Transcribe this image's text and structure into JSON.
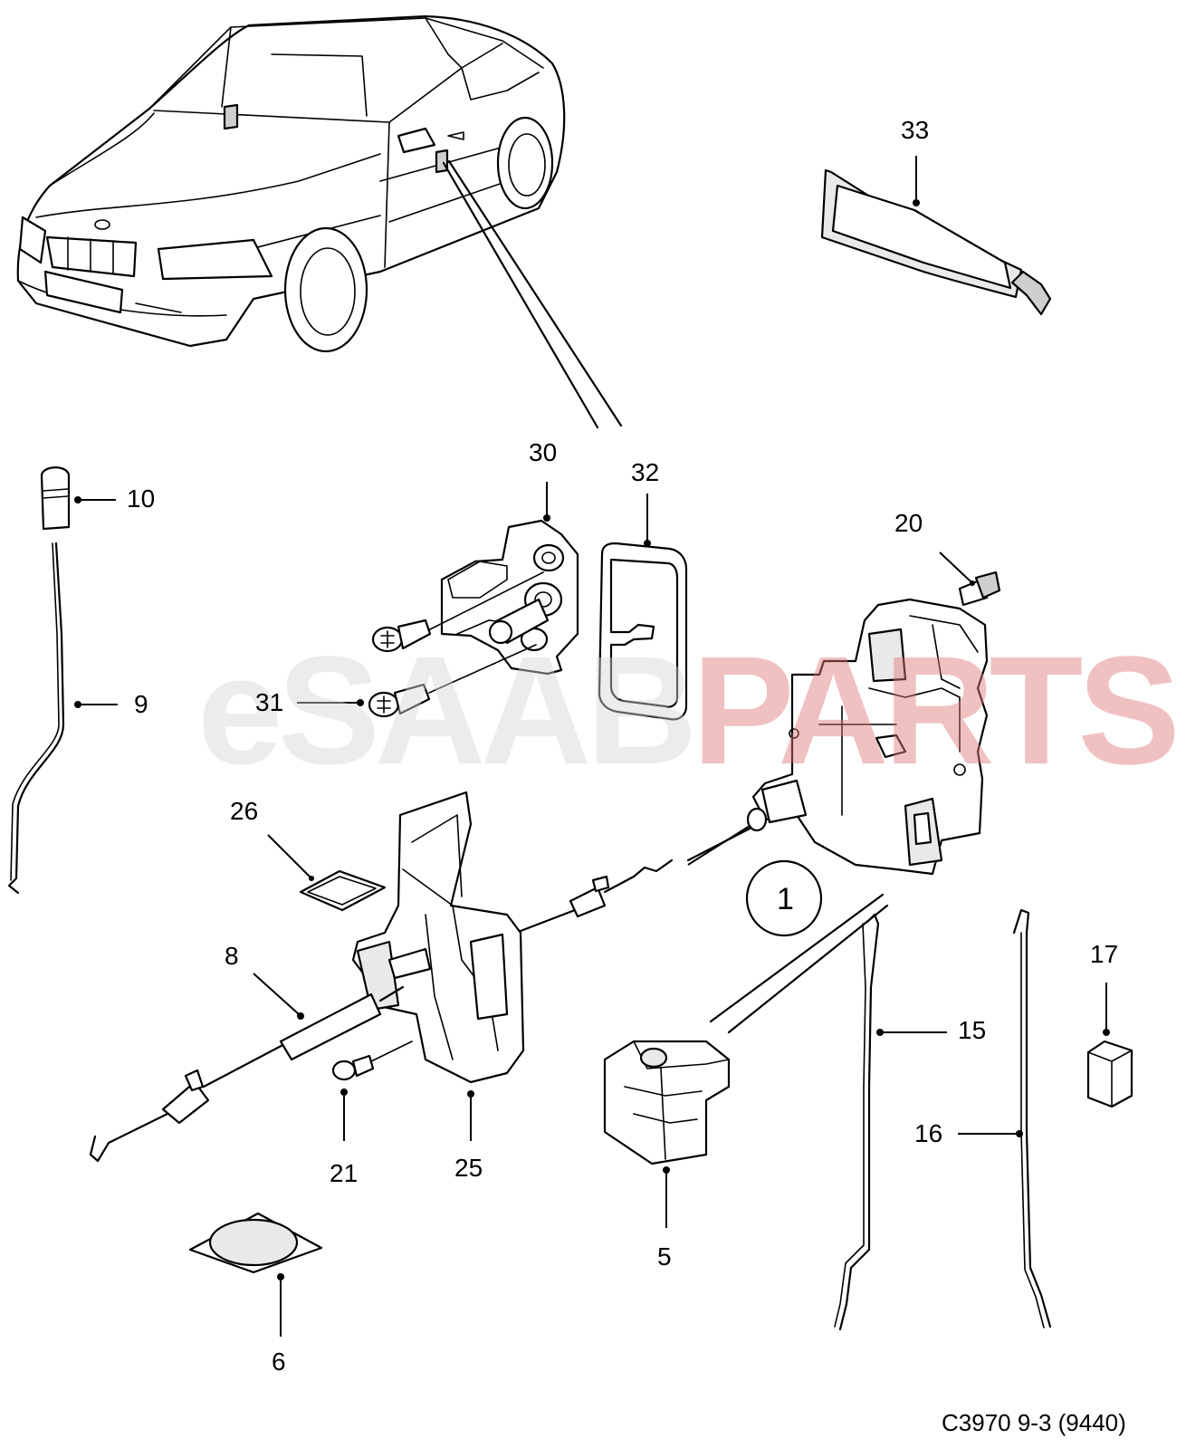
{
  "watermark": {
    "part1": "e",
    "part2": "SAAB",
    "part3": "PARTS"
  },
  "callouts": {
    "c33": "33",
    "c30": "30",
    "c32": "32",
    "c10": "10",
    "c20": "20",
    "c9": "9",
    "c31": "31",
    "c26": "26",
    "c1": "1",
    "c8": "8",
    "c17": "17",
    "c15": "15",
    "c16": "16",
    "c21": "21",
    "c25": "25",
    "c5": "5",
    "c6": "6"
  },
  "diagram_code": "C3970 9-3 (9440)",
  "colors": {
    "line": "#000000",
    "watermark_grey": "#d7d7d7",
    "watermark_red": "#e07878"
  }
}
